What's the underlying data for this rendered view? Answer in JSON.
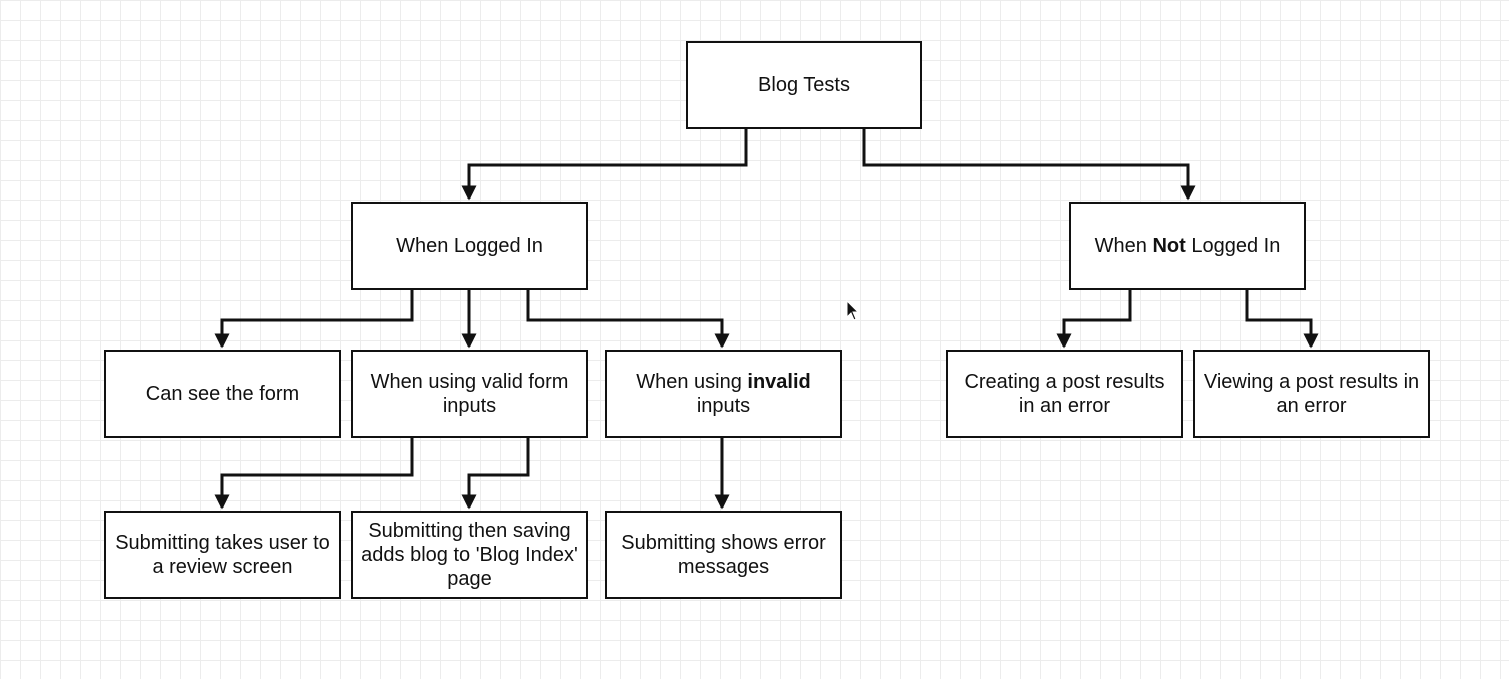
{
  "nodes": {
    "root": {
      "text": "Blog Tests"
    },
    "logged_in": {
      "text": "When Logged In"
    },
    "not_logged_in": {
      "pre": "When ",
      "strong": "Not",
      "post": " Logged In"
    },
    "see_form": {
      "text": "Can see the form"
    },
    "valid_inputs": {
      "line1": "When using valid form",
      "line2": "inputs"
    },
    "invalid_inputs": {
      "pre": "When using ",
      "strong": "invalid",
      "line2": "inputs"
    },
    "create_error": {
      "line1": "Creating a post results",
      "line2": "in an error"
    },
    "view_error": {
      "line1": "Viewing a post results in",
      "line2": "an error"
    },
    "review_screen": {
      "line1": "Submitting takes user to",
      "line2": "a review screen"
    },
    "blog_index": {
      "line1": "Submitting then saving",
      "line2": "adds blog to 'Blog Index'",
      "line3": "page"
    },
    "error_messages": {
      "line1": "Submitting shows error",
      "line2": "messages"
    }
  },
  "edges": [
    {
      "from": "root",
      "to": "logged_in"
    },
    {
      "from": "root",
      "to": "not_logged_in"
    },
    {
      "from": "logged_in",
      "to": "see_form"
    },
    {
      "from": "logged_in",
      "to": "valid_inputs"
    },
    {
      "from": "logged_in",
      "to": "invalid_inputs"
    },
    {
      "from": "not_logged_in",
      "to": "create_error"
    },
    {
      "from": "not_logged_in",
      "to": "view_error"
    },
    {
      "from": "valid_inputs",
      "to": "review_screen"
    },
    {
      "from": "valid_inputs",
      "to": "blog_index"
    },
    {
      "from": "invalid_inputs",
      "to": "error_messages"
    }
  ],
  "colors": {
    "stroke": "#111111",
    "grid": "#ececec",
    "background": "#ffffff"
  },
  "icons": {
    "cursor": "mouse-pointer-icon"
  }
}
